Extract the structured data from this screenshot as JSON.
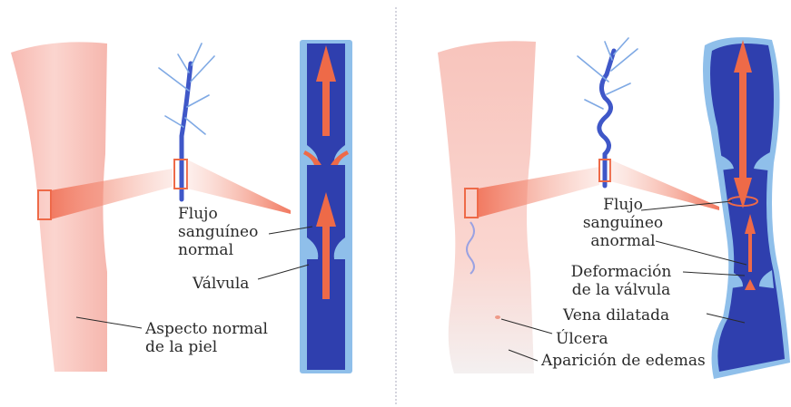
{
  "colors": {
    "skin_light": "#fbd6cf",
    "skin_mid": "#f4aea4",
    "vein_dark": "#2f3fae",
    "vein_mid": "#4c63d2",
    "vein_light": "#8fbfea",
    "arrow": "#ee6a48",
    "divider": "#b9b9c9",
    "text": "#2a2a2a"
  },
  "left_panel": {
    "flow_label": [
      "Flujo",
      "sanguíneo",
      "normal"
    ],
    "valve_label": "Válvula",
    "skin_label": [
      "Aspecto normal",
      "de la piel"
    ]
  },
  "right_panel": {
    "flow_label": [
      "Flujo",
      "sanguíneo",
      "anormal"
    ],
    "valve_label": [
      "Deformación",
      "de la válvula"
    ],
    "dilated_label": "Vena dilatada",
    "ulcer_label": "Úlcera",
    "edema_label": "Aparición de edemas"
  },
  "icons": [
    "leg-illustration",
    "vein-tree-icon",
    "vein-cross-section",
    "flow-arrow-icon"
  ]
}
